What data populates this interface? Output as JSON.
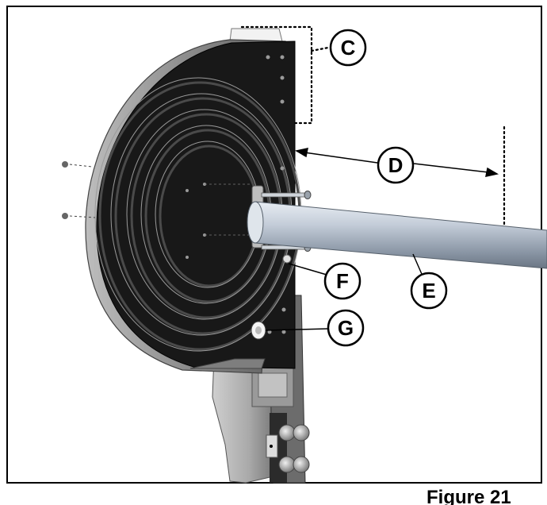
{
  "figure": {
    "caption": "Figure 21",
    "callouts": {
      "c": "C",
      "d": "D",
      "e": "E",
      "f": "F",
      "g": "G"
    }
  }
}
